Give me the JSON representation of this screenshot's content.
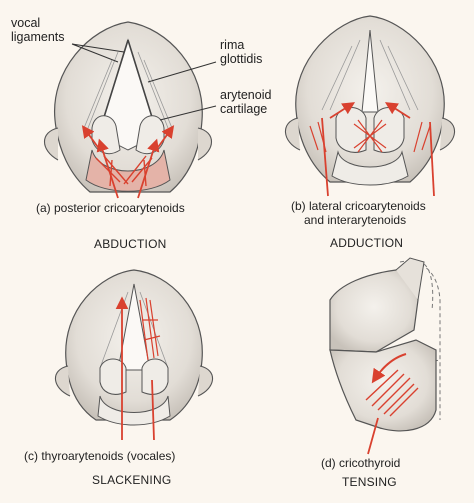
{
  "labels": {
    "vocal_ligaments": [
      "vocal",
      "ligaments"
    ],
    "rima_glottidis": [
      "rima",
      "glottidis"
    ],
    "arytenoid_cartilage": [
      "arytenoid",
      "cartilage"
    ]
  },
  "panels": [
    {
      "id": "a",
      "caption": [
        "(a) posterior cricoarytenoids"
      ],
      "action": "ABDUCTION"
    },
    {
      "id": "b",
      "caption": [
        "(b) lateral cricoarytenoids",
        "and interarytenoids"
      ],
      "action": "ADDUCTION"
    },
    {
      "id": "c",
      "caption": [
        "(c) thyroarytenoids (vocales)"
      ],
      "action": "SLACKENING"
    },
    {
      "id": "d",
      "caption": [
        "(d) cricothyroid"
      ],
      "action": "TENSING"
    }
  ],
  "colors": {
    "muscle": "#d9412f",
    "outline": "#5a5a5a",
    "tissue": "#ece8e3",
    "shade": "#c9c4bd",
    "background": "#fbf6ef"
  }
}
